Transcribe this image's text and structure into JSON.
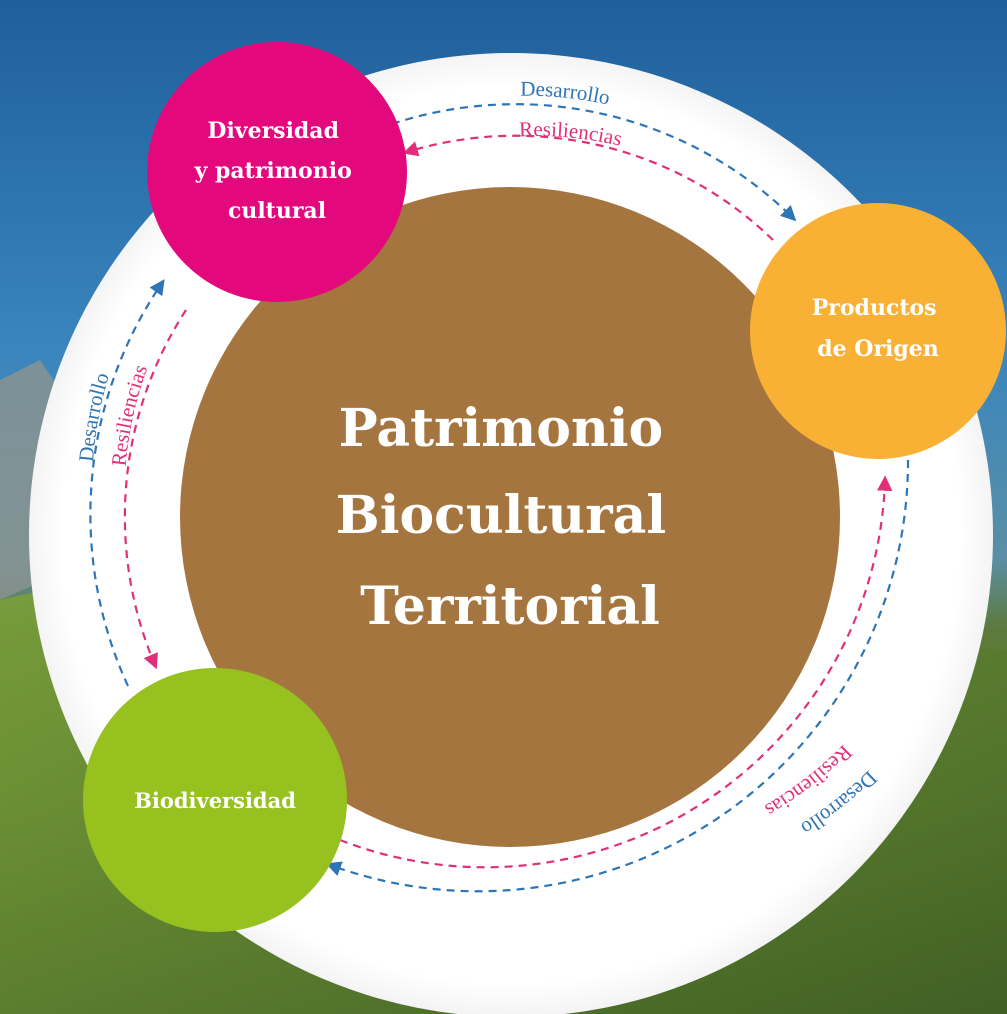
{
  "center": {
    "lines": [
      "Patrimonio",
      "Biocultural",
      "Territorial"
    ]
  },
  "nodes": {
    "diversidad": {
      "lines": [
        "Diversidad",
        "y patrimonio",
        "cultural"
      ],
      "color": "#e3097d"
    },
    "productos": {
      "lines": [
        "Productos",
        "de Origen"
      ],
      "color": "#f8b134"
    },
    "biodiversidad": {
      "lines": [
        "Biodiversidad"
      ],
      "color": "#97c11f"
    }
  },
  "arcs": {
    "top": {
      "outer": "Desarrollo",
      "inner": "Resiliencias"
    },
    "left": {
      "outer": "Desarrollo",
      "inner": "Resiliencias"
    },
    "right": {
      "outer": "Desarrollo",
      "inner": "Resiliencias"
    }
  },
  "colors": {
    "desarrollo": "#2e75b6",
    "resiliencias": "#e0307a",
    "center": "#a57540",
    "ring": "#ffffff"
  }
}
